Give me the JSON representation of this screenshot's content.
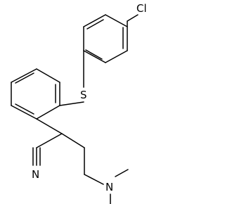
{
  "molecule": {
    "atoms": {
      "chlorine": "Cl",
      "sulfur": "S",
      "nitrogen_amine": "N",
      "nitrogen_nitrile": "N"
    }
  }
}
